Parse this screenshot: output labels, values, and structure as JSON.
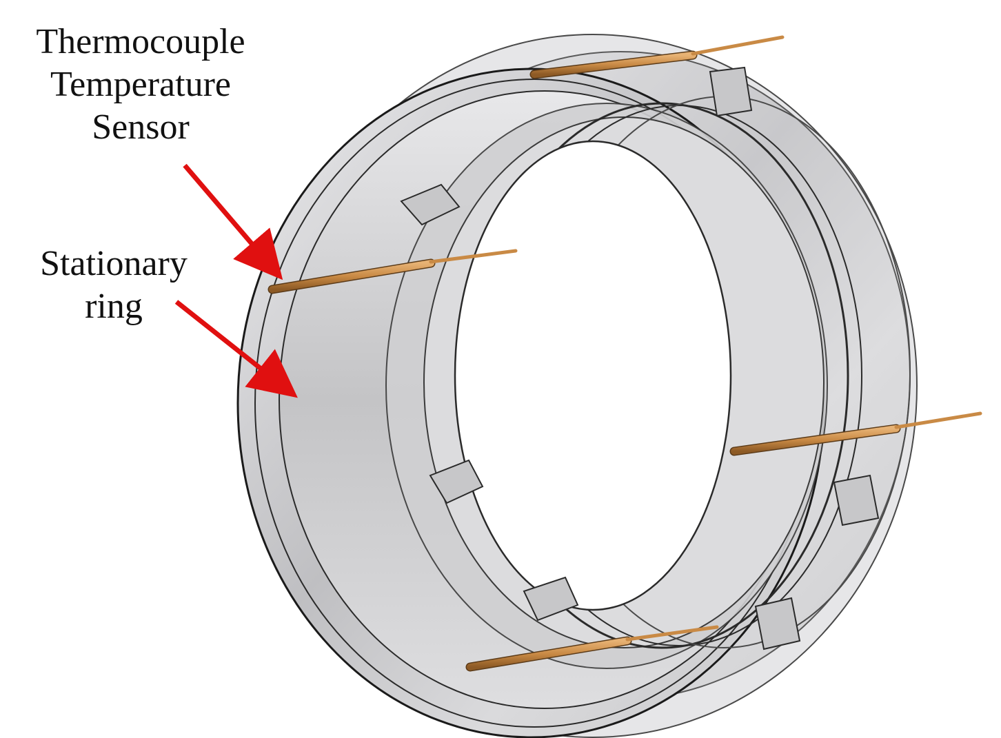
{
  "labels": {
    "thermocouple": {
      "line1": "Thermocouple",
      "line2": "Temperature",
      "line3": "Sensor"
    },
    "stationary_ring": {
      "line1": "Stationary",
      "line2": "ring"
    }
  },
  "colors": {
    "arrow": "#e01010",
    "ring_fill": "#d4d4d6",
    "ring_edge": "#2a2a2a",
    "sensor": "#c98a45"
  },
  "counts": {
    "thermocouple_sensors": 4,
    "slots": 6
  }
}
